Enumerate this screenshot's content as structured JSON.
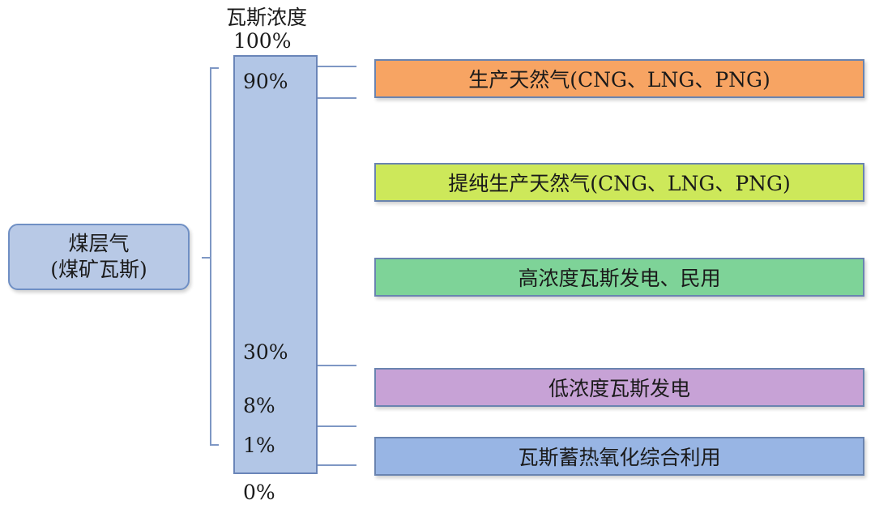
{
  "axis_title": "瓦斯浓度",
  "source": {
    "line1": "煤层气",
    "line2": "(煤矿瓦斯)"
  },
  "ticks": [
    "100%",
    "90%",
    "30%",
    "8%",
    "1%",
    "0%"
  ],
  "uses": [
    {
      "label": "生产天然气(CNG、LNG、PNG)",
      "color": "#f7a463"
    },
    {
      "label": "提纯生产天然气(CNG、LNG、PNG)",
      "color": "#cde85a"
    },
    {
      "label": "高浓度瓦斯发电、民用",
      "color": "#7ed398"
    },
    {
      "label": "低浓度瓦斯发电",
      "color": "#c7a2d6"
    },
    {
      "label": "瓦斯蓄热氧化综合利用",
      "color": "#98b5e4"
    }
  ]
}
